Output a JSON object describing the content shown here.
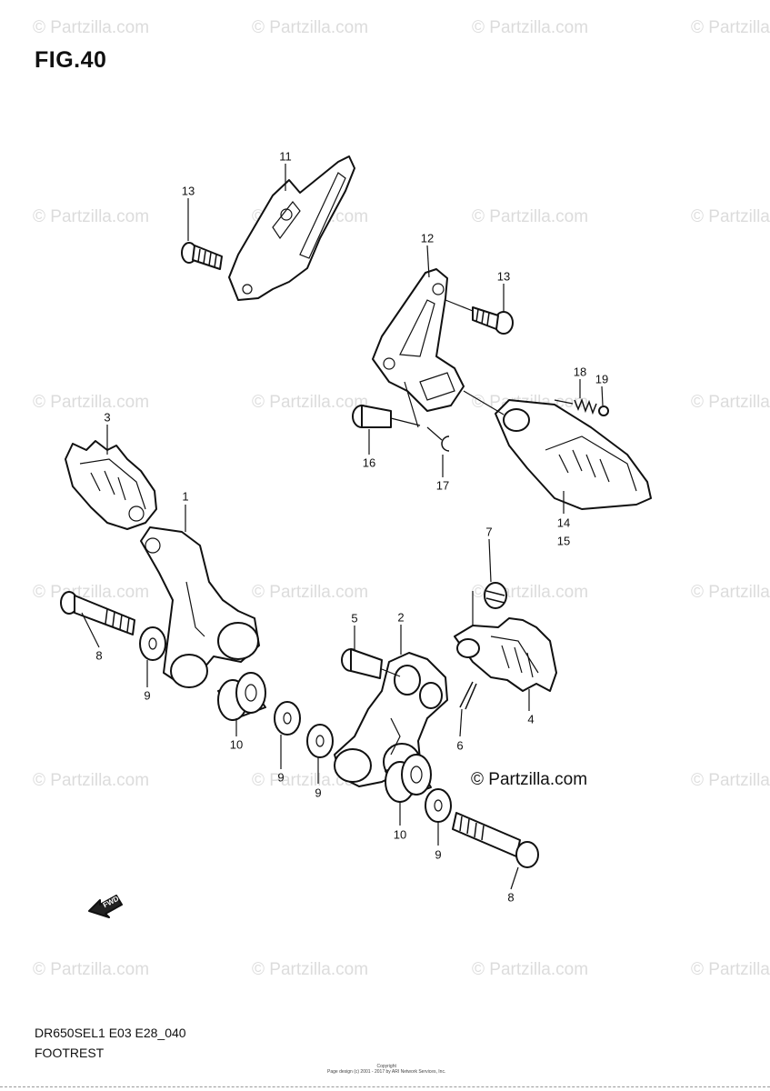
{
  "figure": {
    "title": "FIG.40",
    "model_code": "DR650SEL1 E03 E28_040",
    "section_name": "FOOTREST",
    "brand_mark": "© Partzilla.com",
    "copyright_line1": "Copyright",
    "copyright_line2": "Page design (c) 2001 - 2017 by ARI Network Services, Inc."
  },
  "watermark": {
    "text": "© Partzilla.com"
  },
  "callouts": [
    {
      "id": "c11",
      "text": "11"
    },
    {
      "id": "c13a",
      "text": "13"
    },
    {
      "id": "c12",
      "text": "12"
    },
    {
      "id": "c13b",
      "text": "13"
    },
    {
      "id": "c18",
      "text": "18"
    },
    {
      "id": "c19",
      "text": "19"
    },
    {
      "id": "c16",
      "text": "16"
    },
    {
      "id": "c17",
      "text": "17"
    },
    {
      "id": "c14",
      "text": "14"
    },
    {
      "id": "c15",
      "text": "15"
    },
    {
      "id": "c3",
      "text": "3"
    },
    {
      "id": "c1",
      "text": "1"
    },
    {
      "id": "c8a",
      "text": "8"
    },
    {
      "id": "c9a",
      "text": "9"
    },
    {
      "id": "c10a",
      "text": "10"
    },
    {
      "id": "c9b",
      "text": "9"
    },
    {
      "id": "c7",
      "text": "7"
    },
    {
      "id": "c5",
      "text": "5"
    },
    {
      "id": "c2",
      "text": "2"
    },
    {
      "id": "c4",
      "text": "4"
    },
    {
      "id": "c6",
      "text": "6"
    },
    {
      "id": "c9c",
      "text": "9"
    },
    {
      "id": "c10b",
      "text": "10"
    },
    {
      "id": "c9d",
      "text": "9"
    },
    {
      "id": "c8b",
      "text": "8"
    }
  ],
  "fwd_label": "FWD"
}
